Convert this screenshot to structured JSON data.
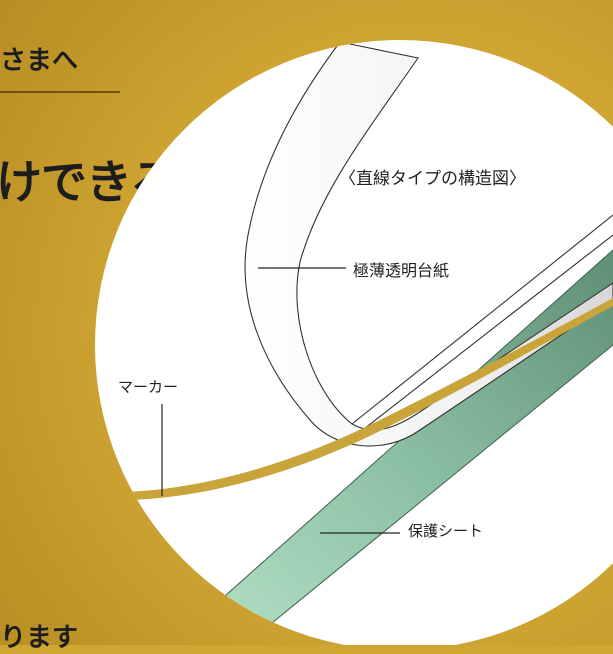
{
  "page_fragments": {
    "top_heading": "さまへ",
    "headline": "けできる",
    "bottom_line": "ります"
  },
  "diagram": {
    "title": "〈直線タイプの構造図〉",
    "labels": {
      "paper": "極薄透明台紙",
      "marker": "マーカー",
      "sheet": "保護シート"
    }
  },
  "colors": {
    "background": "#cfa632",
    "circle": "#ffffff",
    "marker_band": "#c9a43a",
    "protective_sheet": "#9fcfb4"
  }
}
